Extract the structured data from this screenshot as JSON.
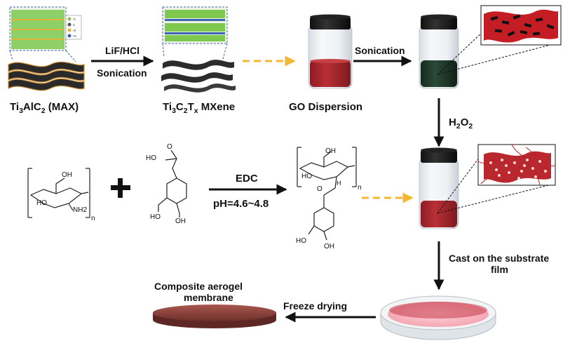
{
  "labels": {
    "max_prefix": "Ti",
    "max_sub1": "3",
    "max_mid": "AlC",
    "max_sub2": "2",
    "max_suffix": " (MAX)",
    "mxene_prefix": "Ti",
    "mxene_sub1": "3",
    "mxene_mid": "C",
    "mxene_sub2": "2",
    "mxene_mid2": "T",
    "mxene_sub3": "x",
    "mxene_suffix": " MXene",
    "go_dispersion": "GO Dispersion",
    "lif_hcl": "LiF/HCl",
    "sonication_1": "Sonication",
    "sonication_2": "Sonication",
    "h2o2_prefix": "H",
    "h2o2_sub1": "2",
    "h2o2_mid": "O",
    "h2o2_sub2": "2",
    "edc": "EDC",
    "ph": "pH=4.6~4.8",
    "cast_line1": "Cast on the substrate",
    "cast_line2": "film",
    "freeze_drying": "Freeze drying",
    "composite_line1": "Composite aerogel",
    "composite_line2": "membrane",
    "legend_ti": "Ti",
    "legend_c": "C",
    "legend_al": "Al",
    "legend_tx": "Tx"
  },
  "chem": {
    "oh": "OH",
    "ho": "HO",
    "nh2": "NH2",
    "n": "n",
    "o": "O",
    "h": "H"
  },
  "colors": {
    "mxene_dark": "#2a2a2a",
    "go_red": "#a8262c",
    "mix_dark": "#1f3a2a",
    "arrow_black": "#111111",
    "arrow_yellow": "#f3b731",
    "crystal_green": "#7ec850",
    "crystal_blue": "#3a64b0"
  }
}
